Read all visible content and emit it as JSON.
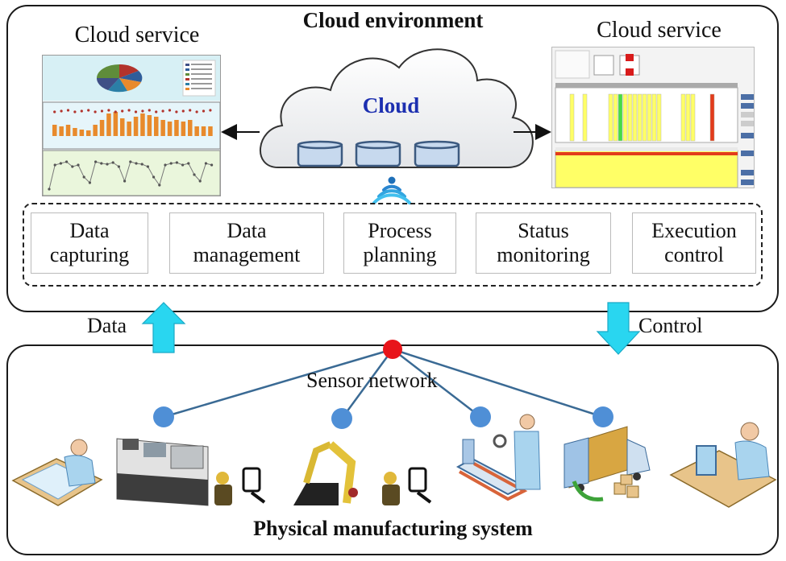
{
  "figure": {
    "cloud_environment": {
      "title": "Cloud environment",
      "cloud_label": "Cloud",
      "database_count": 3,
      "left_service_title": "Cloud service",
      "right_service_title": "Cloud service"
    },
    "functions": [
      {
        "line1": "Data",
        "line2": "capturing"
      },
      {
        "line1": "Data",
        "line2": "management"
      },
      {
        "line1": "Process",
        "line2": "planning"
      },
      {
        "line1": "Status",
        "line2": "monitoring"
      },
      {
        "line1": "Execution",
        "line2": "control"
      }
    ],
    "flows": {
      "up_label": "Data",
      "down_label": "Control"
    },
    "physical_system": {
      "title": "Physical manufacturing system",
      "network_label": "Sensor network",
      "sensor_nodes": 4,
      "entities": [
        "designer-at-desk",
        "cnc-machine",
        "worker-with-tablet",
        "robot-arm",
        "worker-with-tablet",
        "assembly-line-worker",
        "delivery-truck",
        "operator-at-computer"
      ]
    },
    "colors": {
      "cloud_text": "#1c2fb0",
      "arrow_fill": "#29d6f0",
      "hub_node": "#e8141a",
      "sensor_node": "#4f8fd6",
      "line": "#3a6a94",
      "database": "#c7d9ee"
    }
  }
}
